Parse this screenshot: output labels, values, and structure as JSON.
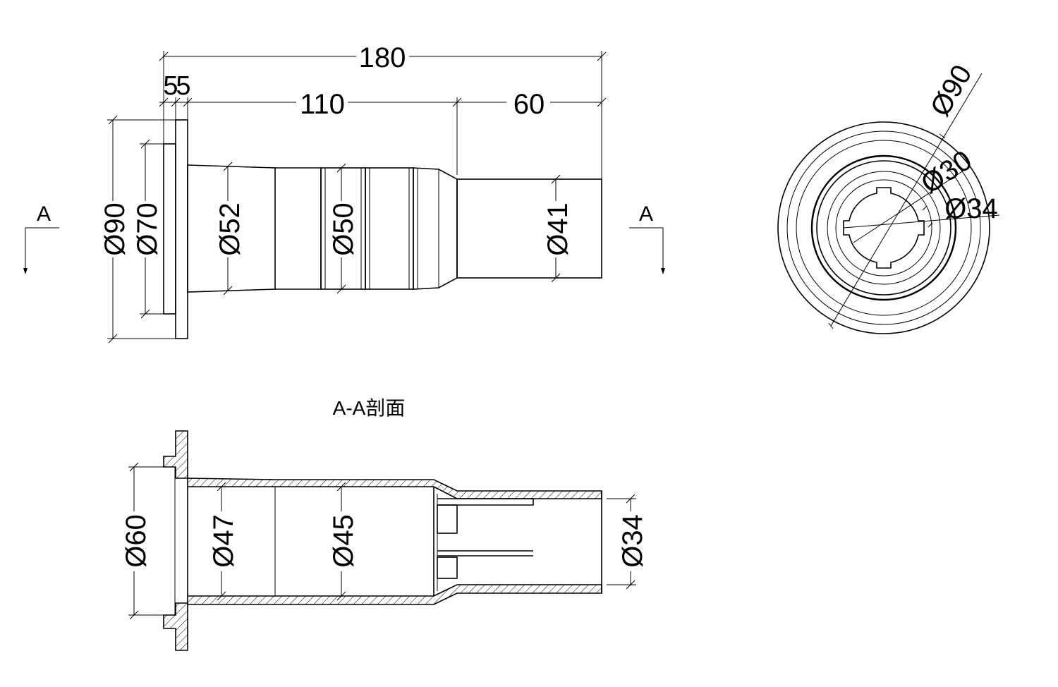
{
  "drawing": {
    "section_title": "A-A剖面",
    "section_marks": {
      "left": "A",
      "right": "A"
    },
    "side_view": {
      "overall_length": "180",
      "flange_thickness_a": "5",
      "flange_thickness_b": "5",
      "body_length": "110",
      "tail_length": "60",
      "flange_outer_diameter": "Ø90",
      "flange_step_diameter": "Ø70",
      "body_diameter": "Ø52",
      "groove_diameter": "Ø50",
      "tail_diameter": "Ø41"
    },
    "end_view": {
      "outer_diameter": "Ø90",
      "inner_diameter_a": "Ø30",
      "inner_diameter_b": "Ø34"
    },
    "section_view": {
      "flange_bore_diameter": "Ø60",
      "body_bore_diameter": "Ø47",
      "groove_bore_diameter": "Ø45",
      "tail_bore_diameter": "Ø34"
    }
  }
}
